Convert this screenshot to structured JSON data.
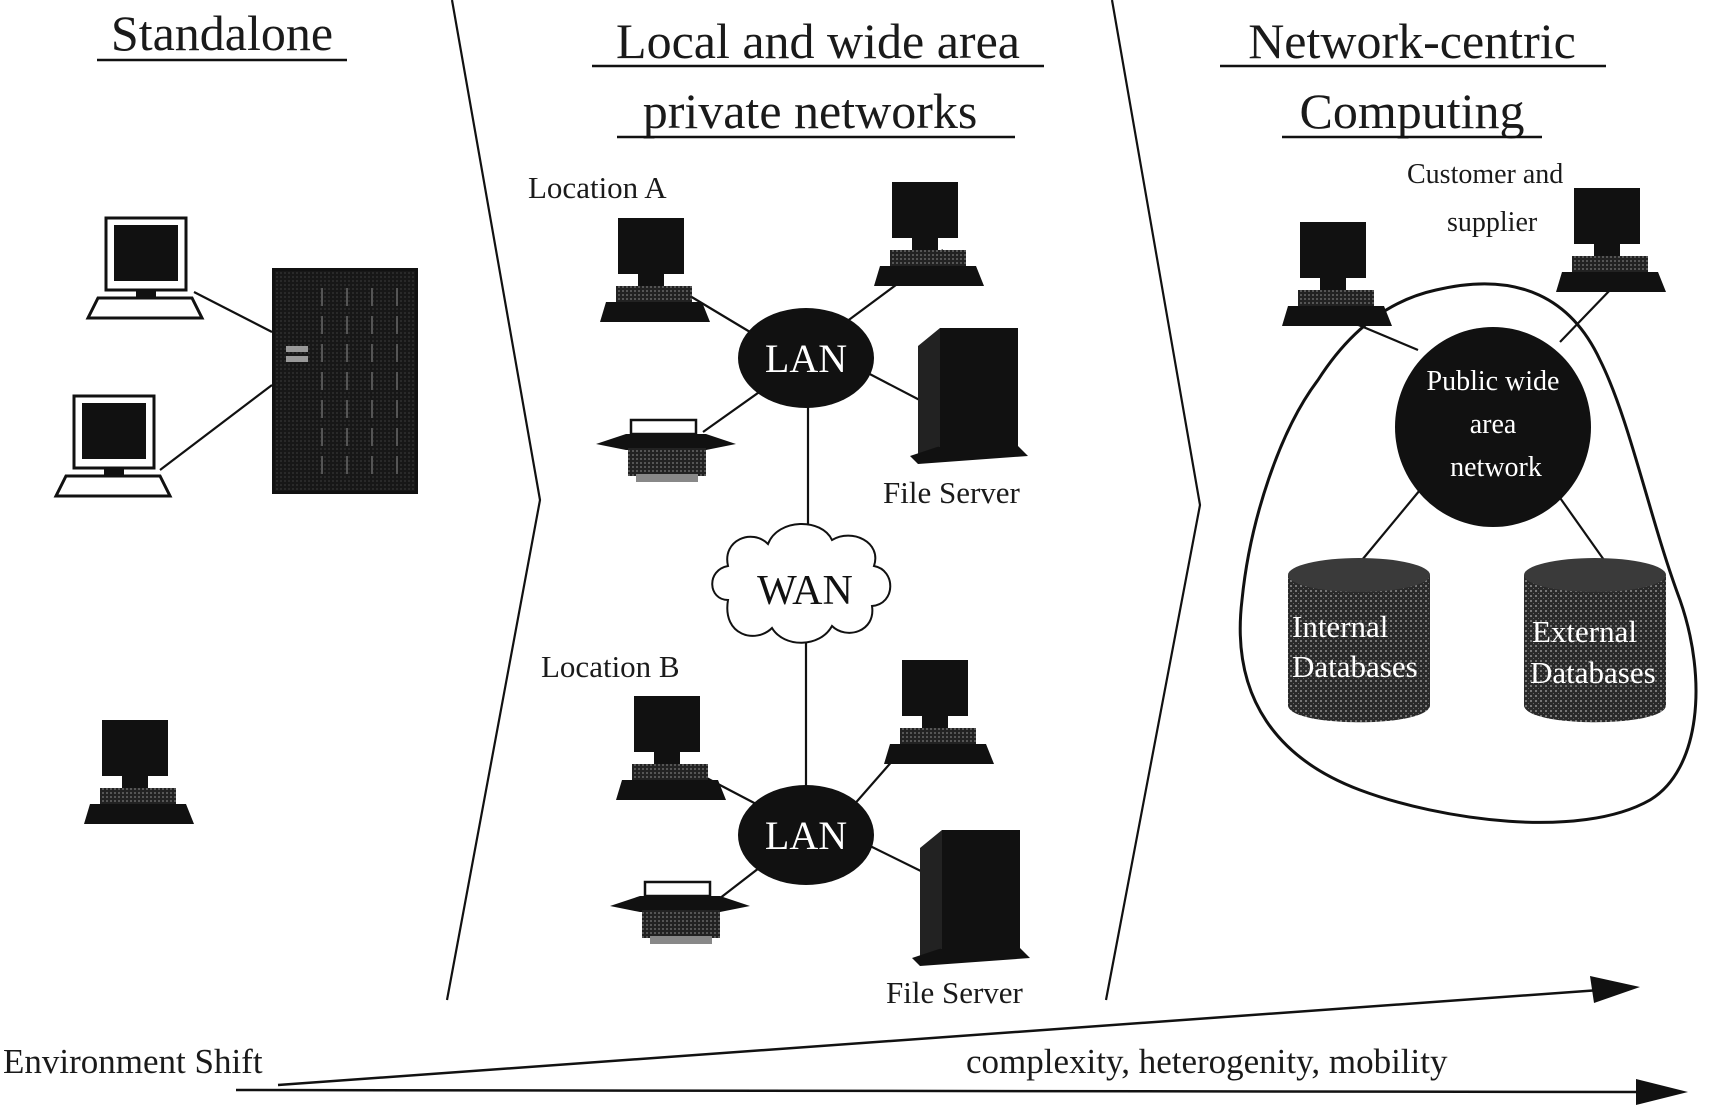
{
  "headings": {
    "standalone": "Standalone",
    "private_line1": "Local and wide area",
    "private_line2": "private networks",
    "centric_line1": "Network-centric",
    "centric_line2": "Computing"
  },
  "labels": {
    "location_a": "Location A",
    "location_b": "Location B",
    "file_server_a": "File Server",
    "file_server_b": "File Server",
    "customer_line1": "Customer and",
    "customer_line2": "supplier"
  },
  "nodes": {
    "lan_a": "LAN",
    "lan_b": "LAN",
    "wan": "WAN",
    "public_line1": "Public wide",
    "public_line2": "area",
    "public_line3": "network",
    "internal_db_line1": "Internal",
    "internal_db_line2": "Databases",
    "external_db_line1": "External",
    "external_db_line2": "Databases"
  },
  "footer": {
    "environment_shift": "Environment Shift",
    "trend": "complexity, heterogenity, mobility"
  },
  "icons": {
    "desktop": "desktop-computer-icon",
    "laptop": "terminal-computer-icon",
    "mainframe": "mainframe-server-icon",
    "printer": "printer-icon",
    "file_server": "file-server-tower-icon",
    "database": "database-cylinder-icon",
    "cloud": "cloud-icon"
  }
}
